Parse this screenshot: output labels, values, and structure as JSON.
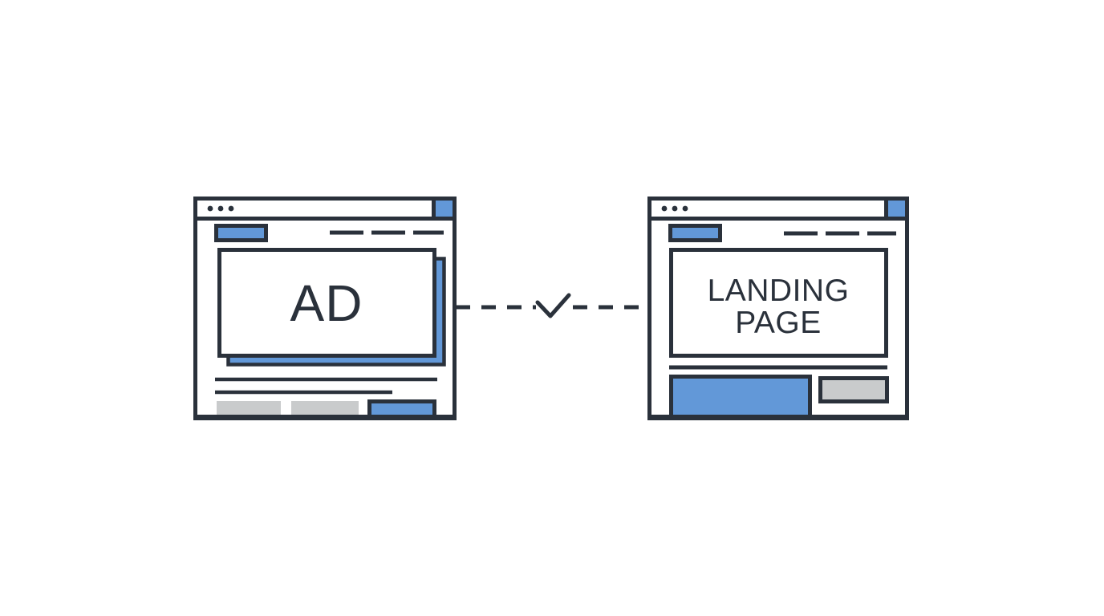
{
  "illustration": {
    "title": "Ad to Landing Page Match",
    "type": "two-browser-windows-connected-by-checkmark"
  },
  "colors": {
    "outline": "#2a313b",
    "accent_blue": "#6298d8",
    "neutral_gray": "#c9cbcc",
    "background": "#ffffff",
    "surface": "#ffffff"
  },
  "left_window": {
    "name": "ad-browser-window",
    "titlebar": {
      "dots": [
        "dot-1",
        "dot-2",
        "dot-3"
      ],
      "corner_button": "blue-square"
    },
    "header": {
      "logo_label": "",
      "nav_items": [
        "nav-dash-1",
        "nav-dash-2",
        "nav-dash-3"
      ]
    },
    "hero": {
      "label": "AD",
      "has_offset_shadow": true,
      "shadow_color": "#6298d8"
    },
    "content_lines": 2,
    "footer": {
      "blocks": [
        "gray-block-1",
        "gray-block-2"
      ],
      "cta_label": "",
      "cta_color": "#6298d8"
    },
    "side_accent": "left-blue-bar"
  },
  "right_window": {
    "name": "landing-page-browser-window",
    "titlebar": {
      "dots": [
        "dot-1",
        "dot-2",
        "dot-3"
      ],
      "corner_button": "blue-square"
    },
    "header": {
      "logo_label": "",
      "nav_items": [
        "nav-dash-1",
        "nav-dash-2",
        "nav-dash-3"
      ]
    },
    "hero": {
      "label_line_1": "LANDING",
      "label_line_2": "PAGE"
    },
    "content_lines": 1,
    "footer": {
      "primary_cta_label": "",
      "primary_cta_color": "#6298d8",
      "secondary_cta_label": "",
      "secondary_cta_color": "#c9cbcc"
    },
    "side_accent_left": "left-blue-bar",
    "side_accent_right": "right-blue-bar"
  },
  "connector": {
    "name": "match-connector",
    "style": "dashed",
    "icon": "check-icon",
    "color": "#2a313b",
    "meaning": "ad matches landing page"
  }
}
